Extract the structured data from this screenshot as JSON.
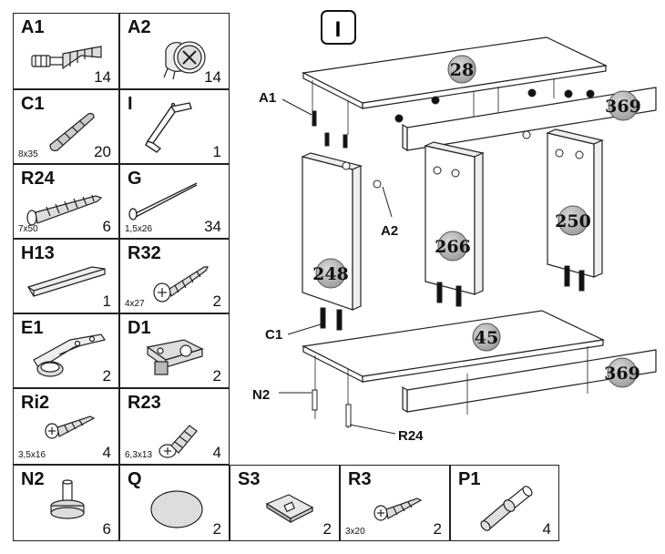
{
  "parts": [
    {
      "code": "A1",
      "qty": "14",
      "size": ""
    },
    {
      "code": "A2",
      "qty": "14",
      "size": ""
    },
    {
      "code": "C1",
      "qty": "20",
      "size": "8x35"
    },
    {
      "code": "I",
      "qty": "1",
      "size": ""
    },
    {
      "code": "R24",
      "qty": "6",
      "size": "7x50"
    },
    {
      "code": "G",
      "qty": "34",
      "size": "1,5x26"
    },
    {
      "code": "H13",
      "qty": "1",
      "size": ""
    },
    {
      "code": "R32",
      "qty": "2",
      "size": "4x27"
    },
    {
      "code": "E1",
      "qty": "2",
      "size": ""
    },
    {
      "code": "D1",
      "qty": "2",
      "size": ""
    },
    {
      "code": "Ri2",
      "qty": "4",
      "size": "3,5x16"
    },
    {
      "code": "R23",
      "qty": "4",
      "size": "6,3x13"
    },
    {
      "code": "N2",
      "qty": "6",
      "size": ""
    },
    {
      "code": "Q",
      "qty": "2",
      "size": ""
    },
    {
      "code": "S3",
      "qty": "2",
      "size": ""
    },
    {
      "code": "R3",
      "qty": "2",
      "size": "3x20"
    },
    {
      "code": "P1",
      "qty": "4",
      "size": ""
    }
  ],
  "diagram": {
    "step_label": "I",
    "panel_numbers": {
      "top": "28",
      "back_top": "369",
      "side": "248",
      "divider_a": "266",
      "divider_b": "250",
      "bottom": "45",
      "back_bottom": "369"
    },
    "callouts": {
      "a1": "A1",
      "a2": "A2",
      "c1": "C1",
      "n2": "N2",
      "r24": "R24"
    }
  }
}
